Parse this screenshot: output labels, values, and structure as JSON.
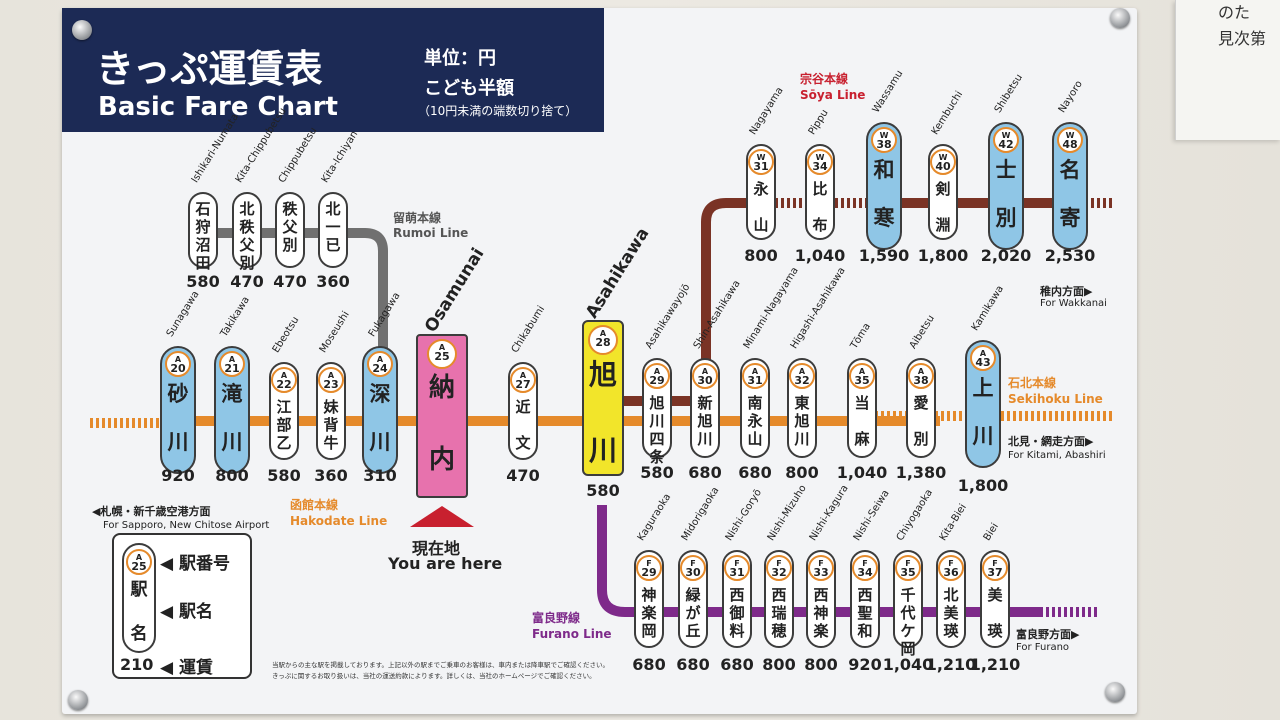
{
  "header": {
    "title_ja": "きっぷ運賃表",
    "title_en": "Basic Fare Chart",
    "unit": "単位：円",
    "child": "こども半額",
    "rounding": "（10円未満の端数切り捨て）"
  },
  "paper_text": "のた\n見次第",
  "colors": {
    "header_bg": "#1c2a55",
    "hakodate": "#e58a2b",
    "soya": "#7a3325",
    "rumoi": "#707070",
    "furano": "#7e2a8a",
    "sekihoku": "#e58a2b",
    "blue_pill": "#8fc6e6",
    "pink_pill": "#e772ad",
    "yellow_pill": "#f2e52a"
  },
  "lines": {
    "hakodate_ja": "函館本線",
    "hakodate_en": "Hakodate Line",
    "rumoi_ja": "留萌本線",
    "rumoi_en": "Rumoi Line",
    "soya_ja": "宗谷本線",
    "soya_en": "Sōya Line",
    "sekihoku_ja": "石北本線",
    "sekihoku_en": "Sekihoku Line",
    "furano_ja": "富良野線",
    "furano_en": "Furano Line"
  },
  "directions": {
    "sapporo_ja": "◀札幌・新千歳空港方面",
    "sapporo_en": "For Sapporo, New Chitose Airport",
    "wakkanai_ja": "稚内方面▶",
    "wakkanai_en": "For Wakkanai",
    "kitami_ja": "北見・網走方面▶",
    "kitami_en": "For Kitami, Abashiri",
    "furano_ja": "富良野方面▶",
    "furano_en": "For Furano"
  },
  "you_are_here": {
    "ja": "現在地",
    "en": "You are here"
  },
  "legend": {
    "line": "A",
    "num": "25",
    "kanji": "駅\n\n名",
    "fare": "210",
    "label_number": "◀ 駅番号",
    "label_name": "◀ 駅名",
    "label_fare": "◀ 運賃"
  },
  "notice": "当駅からの主な駅を掲載しております。上記以外の駅までご乗車のお客様は、車内または降車駅でご確認ください。\nきっぷに関するお取り扱いは、当社の運送約款によります。詳しくは、当社のホームページでご確認ください。",
  "stations": {
    "rumoi": [
      {
        "kanji": "石\n狩\n沼\n田",
        "rom": "Ishikari-Numata",
        "fare": "580"
      },
      {
        "kanji": "北\n秩\n父\n別",
        "rom": "Kita-Chippubetsu",
        "fare": "470"
      },
      {
        "kanji": "秩\n父\n別",
        "rom": "Chippubetsu",
        "fare": "470"
      },
      {
        "kanji": "北\n一\n已",
        "rom": "Kita-Ichiyan",
        "fare": "360"
      }
    ],
    "hakodate": [
      {
        "line": "A",
        "num": "20",
        "kanji": "砂\n\n川",
        "rom": "Sunagawa",
        "fare": "920",
        "big": true
      },
      {
        "line": "A",
        "num": "21",
        "kanji": "滝\n\n川",
        "rom": "Takikawa",
        "fare": "800",
        "big": true
      },
      {
        "line": "A",
        "num": "22",
        "kanji": "江\n部\n乙",
        "rom": "Ebeotsu",
        "fare": "580"
      },
      {
        "line": "A",
        "num": "23",
        "kanji": "妹\n背\n牛",
        "rom": "Moseushi",
        "fare": "360"
      },
      {
        "line": "A",
        "num": "24",
        "kanji": "深\n\n川",
        "rom": "Fukagawa",
        "fare": "310",
        "big": true
      },
      {
        "line": "A",
        "num": "25",
        "kanji": "納\n\n内",
        "rom": "Osamunai",
        "fare": ""
      },
      {
        "line": "A",
        "num": "27",
        "kanji": "近\n\n文",
        "rom": "Chikabumi",
        "fare": "470"
      },
      {
        "line": "A",
        "num": "28",
        "kanji": "旭\n\n川",
        "rom": "Asahikawa",
        "fare": "580"
      }
    ],
    "sekihoku": [
      {
        "line": "A",
        "num": "29",
        "kanji": "旭\n川\n四\n条",
        "rom": "Asahikawayojō",
        "fare": "580"
      },
      {
        "line": "A",
        "num": "30",
        "kanji": "新\n旭\n川",
        "rom": "Shin-Asahikawa",
        "fare": "680"
      },
      {
        "line": "A",
        "num": "31",
        "kanji": "南\n永\n山",
        "rom": "Minami-Nagayama",
        "fare": "680"
      },
      {
        "line": "A",
        "num": "32",
        "kanji": "東\n旭\n川",
        "rom": "Higashi-Asahikawa",
        "fare": "800"
      },
      {
        "line": "A",
        "num": "35",
        "kanji": "当\n\n麻",
        "rom": "Tōma",
        "fare": "1,040"
      },
      {
        "line": "A",
        "num": "38",
        "kanji": "愛\n\n別",
        "rom": "Aibetsu",
        "fare": "1,380"
      },
      {
        "line": "A",
        "num": "43",
        "kanji": "上\n\n川",
        "rom": "Kamikawa",
        "fare": "1,800",
        "big": true
      }
    ],
    "soya": [
      {
        "line": "W",
        "num": "31",
        "kanji": "永\n\n山",
        "rom": "Nagayama",
        "fare": "800"
      },
      {
        "line": "W",
        "num": "34",
        "kanji": "比\n\n布",
        "rom": "Pippu",
        "fare": "1,040"
      },
      {
        "line": "W",
        "num": "38",
        "kanji": "和\n\n寒",
        "rom": "Wassamu",
        "fare": "1,590",
        "big": true
      },
      {
        "line": "W",
        "num": "40",
        "kanji": "剣\n\n淵",
        "rom": "Kembuchi",
        "fare": "1,800"
      },
      {
        "line": "W",
        "num": "42",
        "kanji": "士\n\n別",
        "rom": "Shibetsu",
        "fare": "2,020",
        "big": true
      },
      {
        "line": "W",
        "num": "48",
        "kanji": "名\n\n寄",
        "rom": "Nayoro",
        "fare": "2,530",
        "big": true
      }
    ],
    "furano": [
      {
        "line": "F",
        "num": "29",
        "kanji": "神\n楽\n岡",
        "rom": "Kaguraoka",
        "fare": "680"
      },
      {
        "line": "F",
        "num": "30",
        "kanji": "緑\nが\n丘",
        "rom": "Midorigaoka",
        "fare": "680"
      },
      {
        "line": "F",
        "num": "31",
        "kanji": "西\n御\n料",
        "rom": "Nishi-Goryō",
        "fare": "680"
      },
      {
        "line": "F",
        "num": "32",
        "kanji": "西\n瑞\n穂",
        "rom": "Nishi-Mizuho",
        "fare": "800"
      },
      {
        "line": "F",
        "num": "33",
        "kanji": "西\n神\n楽",
        "rom": "Nishi-Kagura",
        "fare": "800"
      },
      {
        "line": "F",
        "num": "34",
        "kanji": "西\n聖\n和",
        "rom": "Nishi-Seiwa",
        "fare": "920"
      },
      {
        "line": "F",
        "num": "35",
        "kanji": "千\n代\nケ\n岡",
        "rom": "Chiyogaoka",
        "fare": "1,040"
      },
      {
        "line": "F",
        "num": "36",
        "kanji": "北\n美\n瑛",
        "rom": "Kita-Biei",
        "fare": "1,210"
      },
      {
        "line": "F",
        "num": "37",
        "kanji": "美\n\n瑛",
        "rom": "Biei",
        "fare": "1,210"
      }
    ]
  }
}
